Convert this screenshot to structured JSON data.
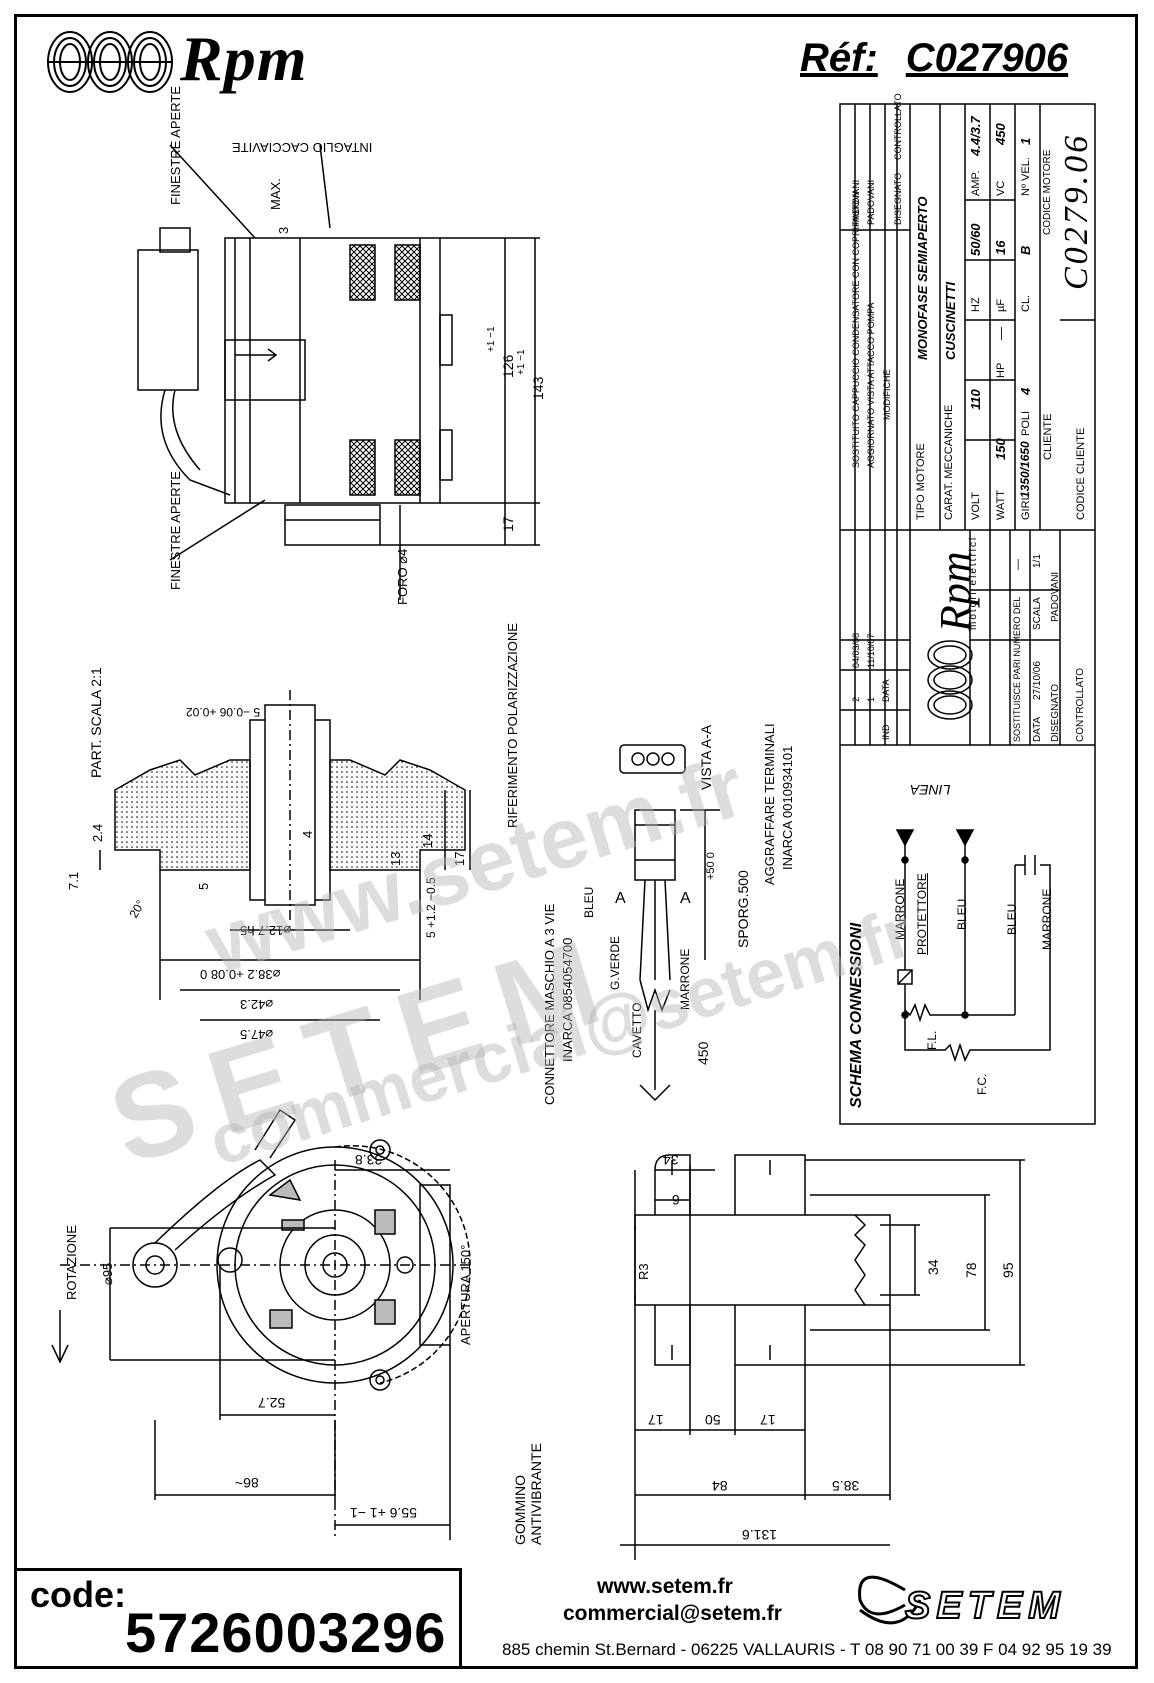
{
  "header": {
    "brand": "Rpm",
    "ref_label": "Réf:",
    "ref_value": "C027906"
  },
  "title_block": {
    "rows": [
      {
        "ind": "2",
        "data": "04/03/08",
        "mod": "SOSTITUITO CAPPUCCIO CONDENSATORE CON COPRIFASTON",
        "by": "PADOVANI"
      },
      {
        "ind": "1",
        "data": "11/10/07",
        "mod": "AGGIORNATO VISTA ATTACCO POMPA",
        "by": "PADOVANI"
      }
    ],
    "ind_label": "IND",
    "data_label": "DATA",
    "modifiche": "MODIFICHE",
    "disegnato_label": "DISEGNATO",
    "controllato_label": "CONTROLLATO",
    "tipo_motore_label": "TIPO MOTORE",
    "tipo_motore": "MONOFASE SEMIAPERTO",
    "carat_label": "CARAT. MECCANICHE",
    "carat": "CUSCINETTI",
    "volt_label": "VOLT",
    "volt": "110",
    "hz_label": "HZ",
    "hz": "50/60",
    "amp_label": "AMP.",
    "amp": "4.4/3.7",
    "watt_label": "WATT",
    "watt": "150",
    "hp_label": "HP",
    "hp": "—",
    "uf_label": "µF",
    "uf": "16",
    "vc_label": "VC",
    "vc": "450",
    "giri_label": "GIRI",
    "giri": "1350/1650",
    "poli_label": "POLI",
    "poli": "4",
    "cl_label": "CL.",
    "cl": "B",
    "nvel_label": "Nº VEL.",
    "nvel": "1",
    "cliente_label": "CLIENTE",
    "codice_motore_label": "CODICE MOTORE",
    "codice_motore": "C0279.06",
    "codice_cliente_label": "CODICE CLIENTE",
    "logo_text": "Rpm",
    "logo_sub": "motori elettrici",
    "sostituisce_label": "SOSTITUISCE PARI NUMERO DEL",
    "sostituisce": "—",
    "data_row_label": "DATA",
    "data_row": "27/10/06",
    "scala_label": "SCALA",
    "scala": "1/1",
    "disegnato": "PADOVANI",
    "controllato_label2": "CONTROLLATO"
  },
  "schema": {
    "title": "SCHEMA CONNESSIONI",
    "linea": "LINEA",
    "marrone1": "MARRONE",
    "protettore": "PROTETTORE",
    "bleu1": "BLEU",
    "bleu2": "BLEU",
    "marrone2": "MARRONE",
    "fl": "F.L.",
    "fc": "F.C."
  },
  "top_view": {
    "finestre_aperte_1": "FINESTRE APERTE",
    "finestre_aperte_2": "FINESTRE APERTE",
    "intaglio": "INTAGLIO CACCIAVITE",
    "max": "MAX.",
    "max_val": "3",
    "dim_126": "126",
    "dim_126_tol": "+1 −1",
    "dim_143": "143",
    "dim_143_tol": "+1 −1",
    "dim_17": "17",
    "foro": "FORO ⌀4"
  },
  "detail": {
    "title": "PART. SCALA 2:1",
    "dim_5_tol": "5 −0.06 +0.02",
    "dim_2_4": "2.4",
    "dim_7_1": "7.1",
    "dim_5": "5",
    "dim_4": "4",
    "dim_13": "13",
    "dim_14": "14",
    "dim_17": "17",
    "dim_5_05": "5 +1.2 −0.5",
    "dim_20": "20°",
    "dia_12_7": "⌀12.7 h5",
    "dia_38_2": "⌀38.2 +0.08 0",
    "dia_42_3": "⌀42.3",
    "dia_47_5": "⌀47.5"
  },
  "connector": {
    "riferimento": "RIFERIMENTO POLARIZZAZIONE",
    "vista": "VISTA A-A",
    "aggraffare": "AGGRAFFARE TERMINALI",
    "inarca1": "INARCA 0010934101",
    "connettore": "CONNETTORE MASCHIO A 3 VIE",
    "inarca2": "INARCA 0854054700",
    "bleu": "BLEU",
    "gverde": "G.VERDE",
    "marrone": "MARRONE",
    "cavetto": "CAVETTO",
    "sporg": "SPORG.500",
    "sporg_tol": "+50 0",
    "dim_450": "450",
    "a1": "A",
    "a2": "A"
  },
  "front_view": {
    "rotazione": "ROTAZIONE",
    "dia95": "⌀95",
    "dim_33_8": "33.8",
    "dim_52_7": "52.7",
    "dim_86": "86~",
    "dim_55_6": "55.6 +1 −1",
    "apertura": "APERTURA 150°",
    "gommino": "GOMMINO ANTIVIBRANTE"
  },
  "side_view": {
    "dim_34_top": "34",
    "dim_6": "6",
    "r3": "R3",
    "dim_34": "34",
    "dim_78": "78",
    "dim_95": "95",
    "dim_17a": "17",
    "dim_50": "50",
    "dim_17b": "17",
    "dim_84": "84",
    "dim_38_5": "38.5",
    "dim_131_6": "131.6"
  },
  "footer": {
    "code_label": "code:",
    "code_value": "5726003296",
    "website": "www.setem.fr",
    "email": "commercial@setem.fr",
    "address": "885 chemin St.Bernard  -  06225 VALLAURIS  -  T 08 90 71 00 39   F 04 92 95 19 39",
    "setem_logo": "SETEM"
  },
  "watermark": {
    "line1": "www.setem.fr",
    "line2": "SETEM",
    "line3": "commercial@setem.fr"
  }
}
